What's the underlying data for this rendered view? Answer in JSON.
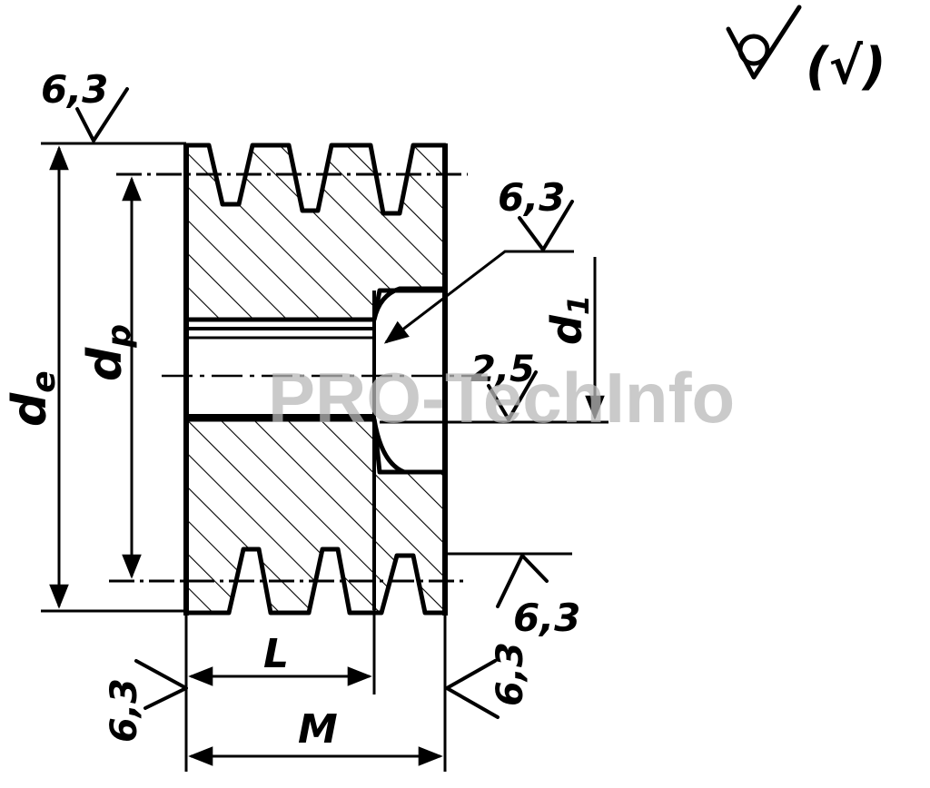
{
  "colors": {
    "ink": "#000000",
    "paper": "#ffffff",
    "watermark": "#b9b9b9"
  },
  "roughness": {
    "general": "6,3",
    "bore": "2,5",
    "corner_symbol": "(√)"
  },
  "dimensions": {
    "outer_diameter": "d",
    "outer_diameter_sub": "e",
    "pitch_diameter": "d",
    "pitch_diameter_sub": "p",
    "bore_diameter": "d",
    "bore_diameter_sub": "1",
    "hub_length": "L",
    "total_width": "M"
  },
  "watermark": "PRO-TechInfo"
}
